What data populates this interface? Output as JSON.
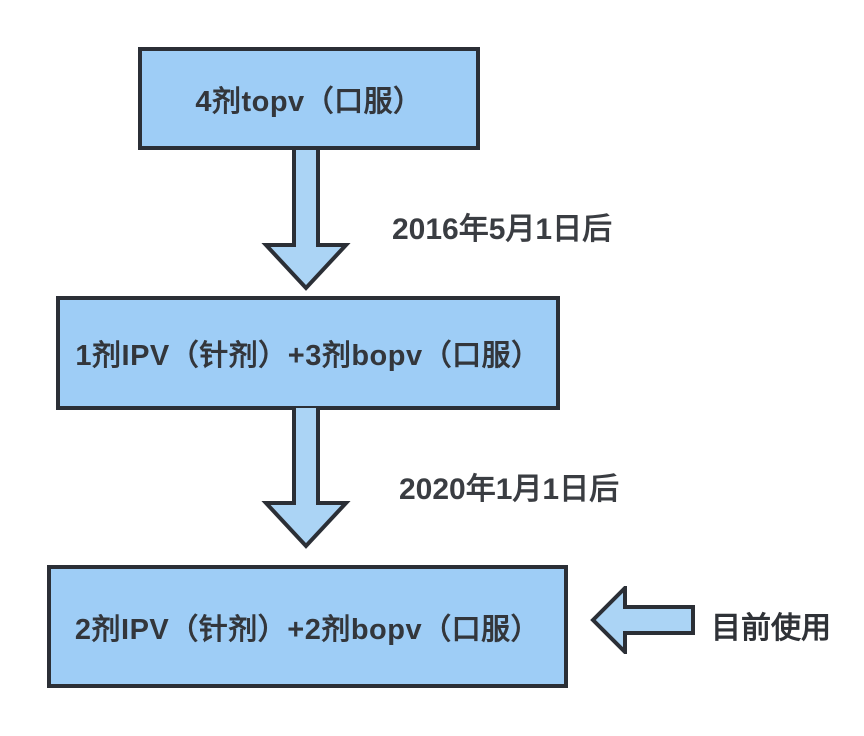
{
  "flowchart": {
    "nodes": [
      {
        "id": "stage-1",
        "label": "4剂topv（口服）"
      },
      {
        "id": "stage-2",
        "label": "1剂IPV（针剂）+3剂bopv（口服）"
      },
      {
        "id": "stage-3",
        "label": "2剂IPV（针剂）+2剂bopv（口服）"
      }
    ],
    "transitions": [
      {
        "id": "transition-1",
        "label": "2016年5月1日后"
      },
      {
        "id": "transition-2",
        "label": "2020年1月1日后"
      }
    ],
    "annotation": {
      "label": "目前使用"
    },
    "icons": {
      "down_arrow_1": "down-block-arrow",
      "down_arrow_2": "down-block-arrow",
      "left_arrow": "left-block-arrow"
    },
    "colors": {
      "node_fill": "#9ecdf6",
      "arrow_fill": "#abd4f5",
      "outline": "#2b2f36",
      "node_text": "#33363b",
      "label_text": "#3a3d42",
      "background": "#ffffff"
    }
  }
}
